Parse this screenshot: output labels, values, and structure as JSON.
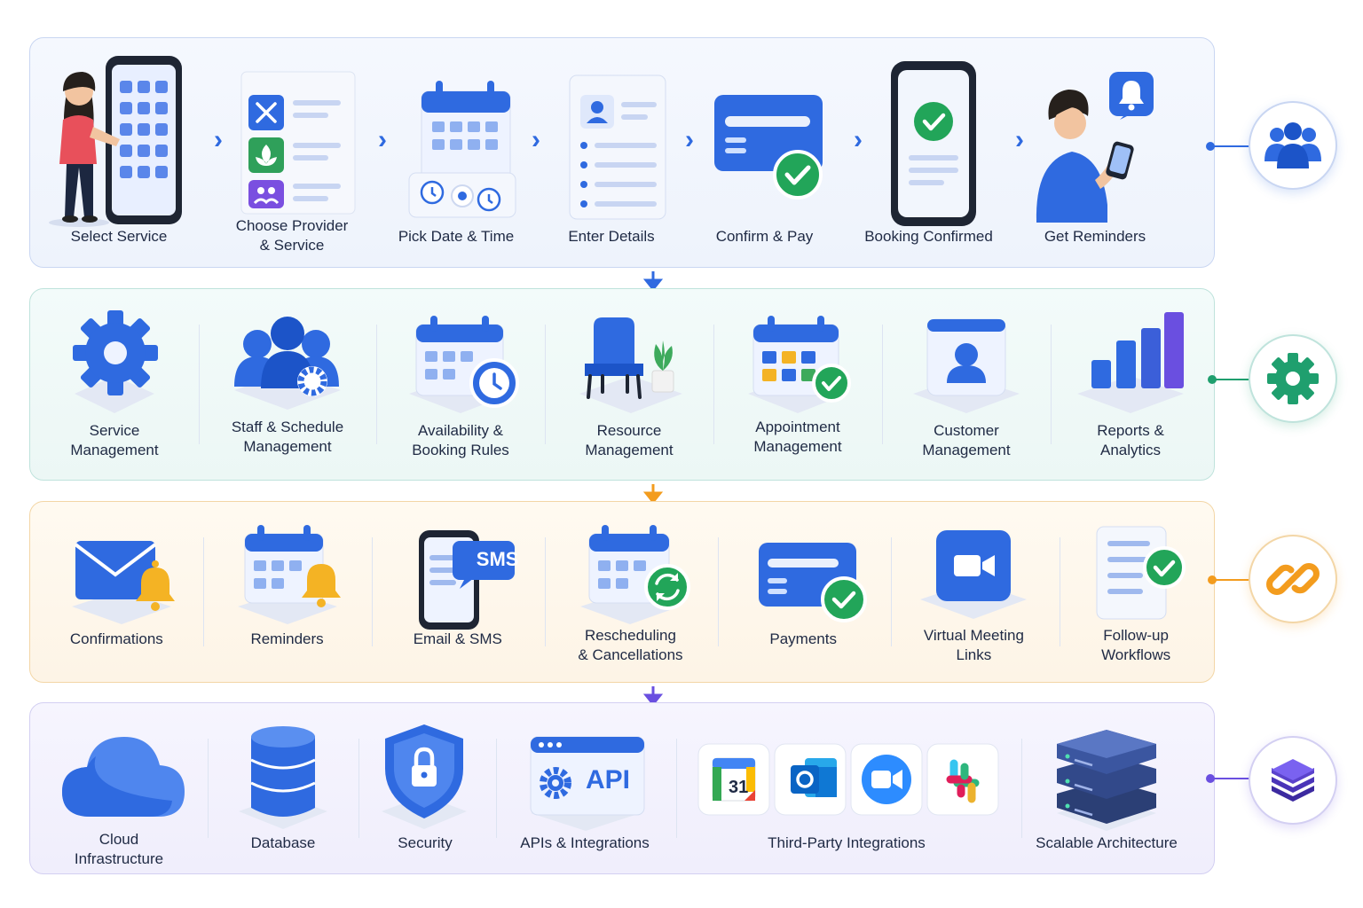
{
  "flow": {
    "steps": [
      {
        "label": "Select Service"
      },
      {
        "label": "Choose Provider\n& Service"
      },
      {
        "label": "Pick Date & Time"
      },
      {
        "label": "Enter Details"
      },
      {
        "label": "Confirm & Pay"
      },
      {
        "label": "Booking Confirmed"
      },
      {
        "label": "Get Reminders"
      }
    ]
  },
  "admin": {
    "items": [
      {
        "label": "Service\nManagement"
      },
      {
        "label": "Staff & Schedule\nManagement"
      },
      {
        "label": "Availability &\nBooking Rules"
      },
      {
        "label": "Resource\nManagement"
      },
      {
        "label": "Appointment\nManagement"
      },
      {
        "label": "Customer\nManagement"
      },
      {
        "label": "Reports &\nAnalytics"
      }
    ]
  },
  "notify": {
    "items": [
      {
        "label": "Confirmations"
      },
      {
        "label": "Reminders"
      },
      {
        "label": "Email & SMS",
        "badge": "SMS"
      },
      {
        "label": "Rescheduling\n& Cancellations"
      },
      {
        "label": "Payments"
      },
      {
        "label": "Virtual Meeting\nLinks"
      },
      {
        "label": "Follow-up\nWorkflows"
      }
    ]
  },
  "infra": {
    "items": [
      {
        "label": "Cloud\nInfrastructure"
      },
      {
        "label": "Database"
      },
      {
        "label": "Security"
      },
      {
        "label": "APIs & Integrations",
        "badge": "API"
      },
      {
        "label": "Third-Party Integrations",
        "calendar_day": "31"
      },
      {
        "label": "Scalable Architecture"
      }
    ]
  },
  "side_icons": [
    {
      "icon": "users-icon",
      "color": "#2f6ae0"
    },
    {
      "icon": "gear-icon",
      "color": "#1f9f6e"
    },
    {
      "icon": "link-icon",
      "color": "#f39c1e"
    },
    {
      "icon": "layers-icon",
      "color": "#6a4fe0"
    }
  ],
  "colors": {
    "blue": "#2f6ae0",
    "green": "#22a559",
    "orange": "#f39c1e",
    "purple": "#6a4fe0"
  }
}
